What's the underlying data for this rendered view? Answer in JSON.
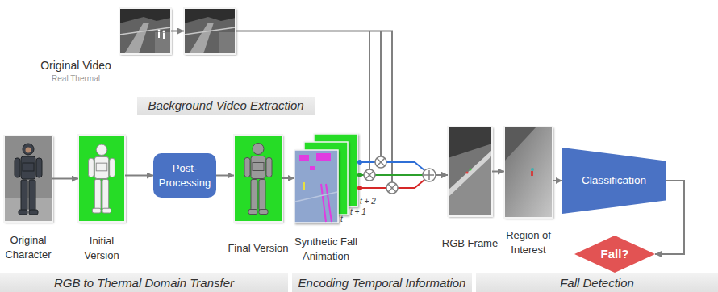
{
  "diagram": {
    "nodes": [
      {
        "text": [
          "Original Video",
          "Real Thermal"
        ]
      },
      {
        "text": [
          "Background Video Extraction"
        ]
      },
      {
        "text": [
          "Original Character"
        ]
      },
      {
        "text": [
          "Initial Version"
        ]
      },
      {
        "text": [
          "Post- Processing"
        ]
      },
      {
        "text": [
          "Final Version"
        ]
      },
      {
        "text": [
          "Synthetic Fall Animation"
        ]
      },
      {
        "text": [
          "RGB Frame"
        ]
      },
      {
        "text": [
          "Region of Interest"
        ]
      },
      {
        "text": [
          "Classification"
        ]
      },
      {
        "text": [
          "Fall?"
        ]
      },
      {
        "text": [
          "RGB to Thermal Domain Transfer"
        ]
      },
      {
        "text": [
          "Encoding Temporal Information"
        ]
      },
      {
        "text": [
          "Fall Detection"
        ]
      }
    ],
    "edges": [
      {
        "from": 0,
        "to": 1,
        "arrow": "to"
      },
      {
        "from": 2,
        "to": 3,
        "arrow": "to"
      },
      {
        "from": 3,
        "to": 4,
        "arrow": "to"
      },
      {
        "from": 4,
        "to": 5,
        "arrow": "to"
      },
      {
        "from": 5,
        "to": 6,
        "arrow": "to"
      },
      {
        "from": 6,
        "to": 7,
        "arrow": "to"
      },
      {
        "from": 1,
        "to": 7,
        "arrow": "to"
      },
      {
        "from": 7,
        "to": 8,
        "arrow": "to"
      },
      {
        "from": 8,
        "to": 9,
        "arrow": "to"
      },
      {
        "from": 9,
        "to": 10,
        "arrow": "to"
      }
    ],
    "labels": [
      "t",
      "t + 1",
      "t + 2"
    ]
  }
}
